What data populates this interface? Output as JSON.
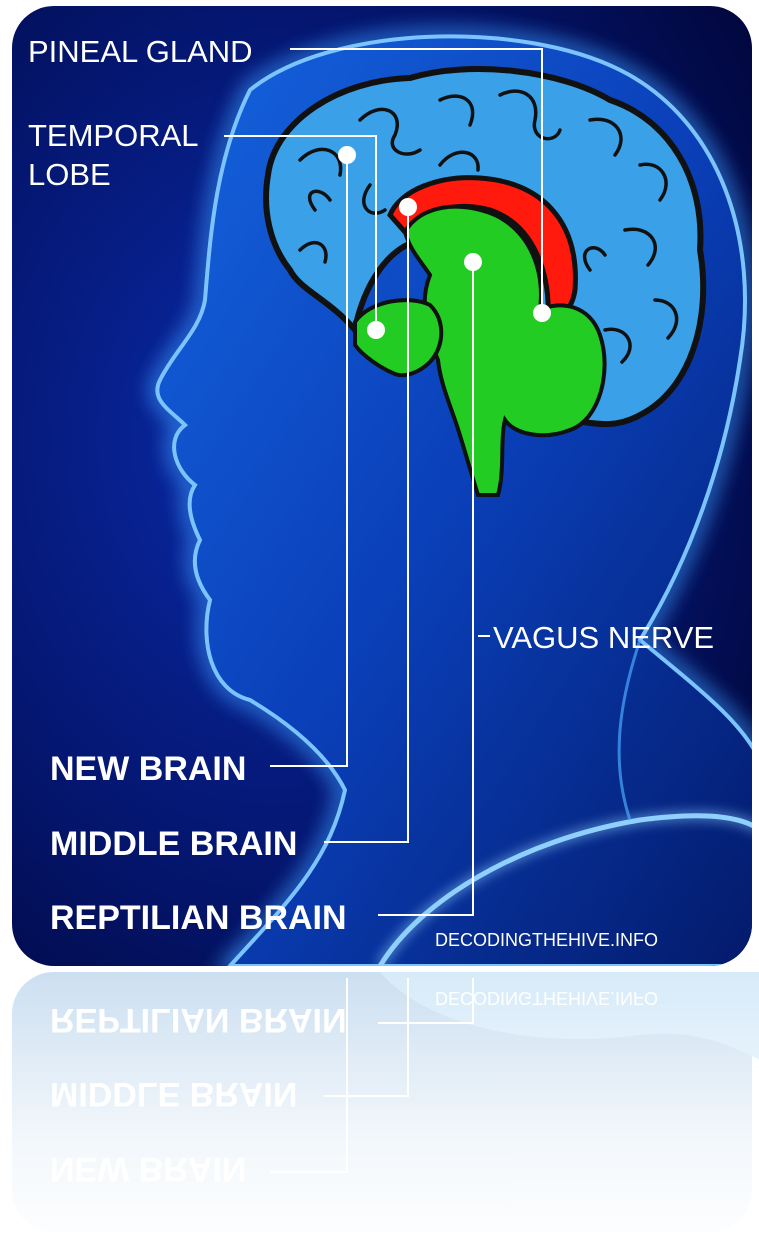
{
  "labels": {
    "pineal_gland": "PINEAL GLAND",
    "temporal_lobe_line1": "TEMPORAL",
    "temporal_lobe_line2": "LOBE",
    "vagus_nerve": "VAGUS NERVE",
    "new_brain": "NEW BRAIN",
    "middle_brain": "MIDDLE BRAIN",
    "reptilian_brain": "REPTILIAN BRAIN"
  },
  "watermark": "DECODINGTHEHIVE.INFO",
  "colors": {
    "background_dark": "#020a4a",
    "glow": "#2f8cff",
    "cortex": "#3aa0e8",
    "limbic": "#ff1a0d",
    "brainstem": "#22cc22",
    "pointer": "#ffffff"
  }
}
